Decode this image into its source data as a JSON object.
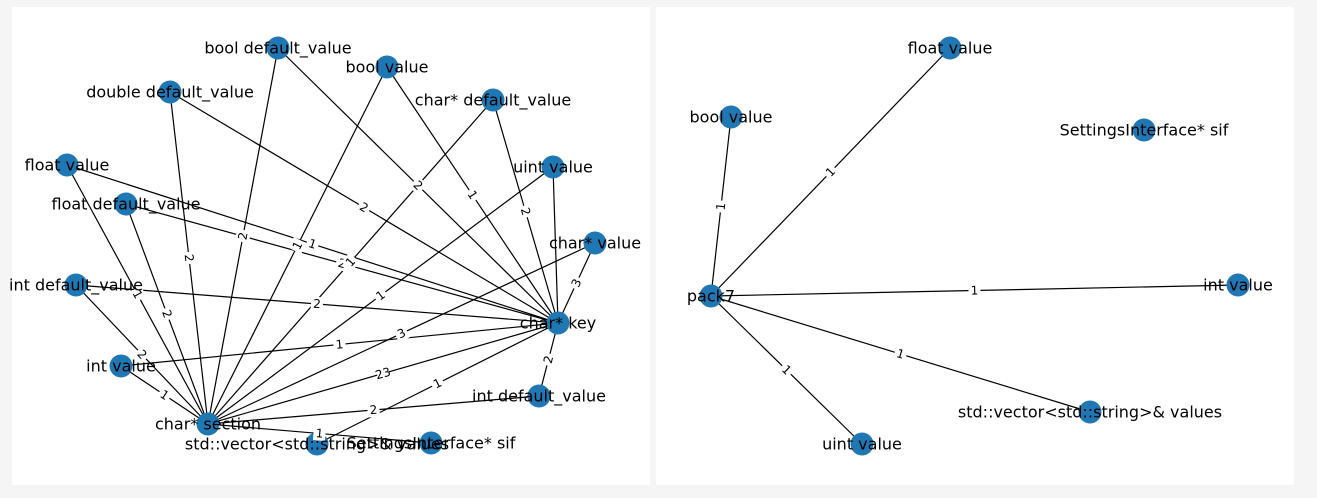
{
  "graphs": [
    {
      "id": "left",
      "nodes": [
        {
          "id": "bool_default_value",
          "label": "bool default_value"
        },
        {
          "id": "bool_value",
          "label": "bool value"
        },
        {
          "id": "double_default_value",
          "label": "double default_value"
        },
        {
          "id": "char_ptr_default_value",
          "label": "char* default_value"
        },
        {
          "id": "uint_value",
          "label": "uint value"
        },
        {
          "id": "float_value",
          "label": "float value"
        },
        {
          "id": "float_default_value",
          "label": "float default_value"
        },
        {
          "id": "char_ptr_value",
          "label": "char* value"
        },
        {
          "id": "int_default_value_l",
          "label": "int default_value"
        },
        {
          "id": "char_ptr_key",
          "label": "char* key"
        },
        {
          "id": "int_value",
          "label": "int value"
        },
        {
          "id": "int_default_value_r",
          "label": "int default_value"
        },
        {
          "id": "char_ptr_section",
          "label": "char* section"
        },
        {
          "id": "vector_values",
          "label": "std::vector<std::string>& values"
        },
        {
          "id": "settings_sif",
          "label": "SettingsInterface* sif"
        }
      ],
      "edges": [
        {
          "source": "char_ptr_key",
          "target": "bool_default_value",
          "label": "2"
        },
        {
          "source": "char_ptr_key",
          "target": "bool_value",
          "label": "1"
        },
        {
          "source": "char_ptr_key",
          "target": "double_default_value",
          "label": "2"
        },
        {
          "source": "char_ptr_key",
          "target": "char_ptr_default_value",
          "label": "2"
        },
        {
          "source": "char_ptr_key",
          "target": "uint_value",
          "label": ""
        },
        {
          "source": "char_ptr_key",
          "target": "float_value",
          "label": "1"
        },
        {
          "source": "char_ptr_key",
          "target": "float_default_value",
          "label": "2"
        },
        {
          "source": "char_ptr_key",
          "target": "char_ptr_value",
          "label": "3"
        },
        {
          "source": "char_ptr_key",
          "target": "int_default_value_l",
          "label": "2"
        },
        {
          "source": "char_ptr_key",
          "target": "int_value",
          "label": "1"
        },
        {
          "source": "char_ptr_key",
          "target": "int_default_value_r",
          "label": "2"
        },
        {
          "source": "char_ptr_key",
          "target": "char_ptr_section",
          "label": "23"
        },
        {
          "source": "char_ptr_key",
          "target": "vector_values",
          "label": "1"
        },
        {
          "source": "char_ptr_section",
          "target": "bool_default_value",
          "label": "2"
        },
        {
          "source": "char_ptr_section",
          "target": "bool_value",
          "label": "1"
        },
        {
          "source": "char_ptr_section",
          "target": "double_default_value",
          "label": "2"
        },
        {
          "source": "char_ptr_section",
          "target": "char_ptr_default_value",
          "label": "1"
        },
        {
          "source": "char_ptr_section",
          "target": "uint_value",
          "label": "1"
        },
        {
          "source": "char_ptr_section",
          "target": "float_value",
          "label": "1"
        },
        {
          "source": "char_ptr_section",
          "target": "float_default_value",
          "label": "2"
        },
        {
          "source": "char_ptr_section",
          "target": "char_ptr_value",
          "label": "3"
        },
        {
          "source": "char_ptr_section",
          "target": "int_default_value_l",
          "label": "2"
        },
        {
          "source": "char_ptr_section",
          "target": "int_value",
          "label": "1"
        },
        {
          "source": "char_ptr_section",
          "target": "int_default_value_r",
          "label": "2"
        },
        {
          "source": "char_ptr_section",
          "target": "settings_sif",
          "label": "1"
        }
      ]
    },
    {
      "id": "right",
      "nodes": [
        {
          "id": "r_float_value",
          "label": "float value"
        },
        {
          "id": "r_bool_value",
          "label": "bool value"
        },
        {
          "id": "r_settings_sif",
          "label": "SettingsInterface* sif"
        },
        {
          "id": "r_pack7",
          "label": "pack7"
        },
        {
          "id": "r_int_value",
          "label": "int value"
        },
        {
          "id": "r_vector_values",
          "label": "std::vector<std::string>& values"
        },
        {
          "id": "r_uint_value",
          "label": "uint value"
        }
      ],
      "edges": [
        {
          "source": "r_pack7",
          "target": "r_float_value",
          "label": "1"
        },
        {
          "source": "r_pack7",
          "target": "r_bool_value",
          "label": "1"
        },
        {
          "source": "r_pack7",
          "target": "r_int_value",
          "label": "1"
        },
        {
          "source": "r_pack7",
          "target": "r_vector_values",
          "label": "1"
        },
        {
          "source": "r_pack7",
          "target": "r_uint_value",
          "label": "1"
        }
      ]
    }
  ]
}
